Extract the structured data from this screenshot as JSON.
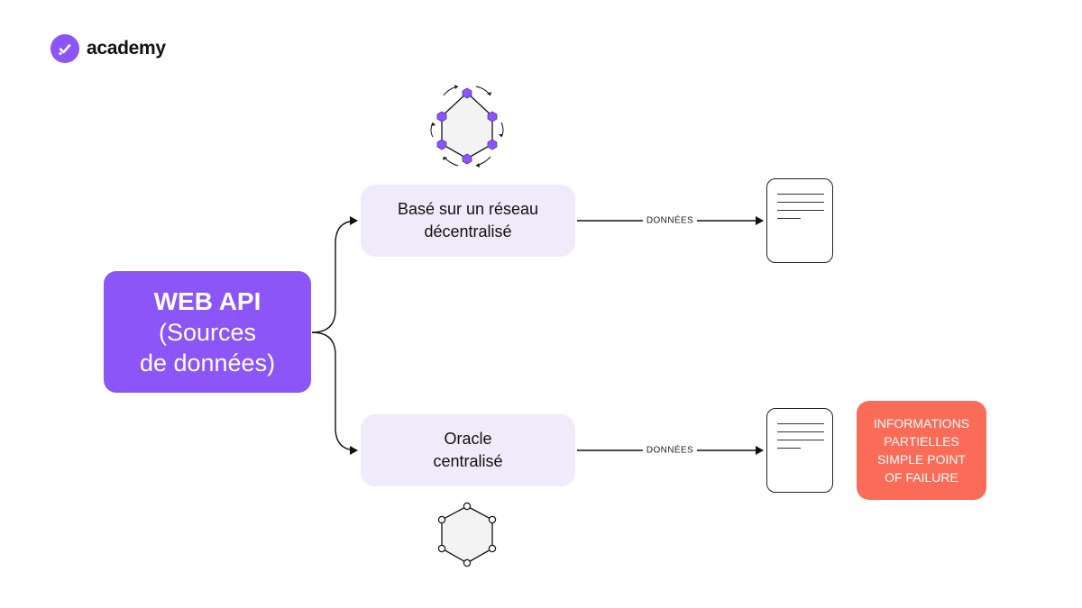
{
  "brand": {
    "name": "academy",
    "color": "#8b55f7",
    "icon": "check-icon"
  },
  "source": {
    "title": "WEB API",
    "line2": "(Sources",
    "line3": "de données)"
  },
  "decentralized": {
    "line1": "Basé sur un réseau",
    "line2": "décentralisé",
    "flow_label": "DONNÉES",
    "icon": "decentralized-network-icon"
  },
  "centralized": {
    "line1": "Oracle",
    "line2": "centralisé",
    "flow_label": "DONNÉES",
    "icon": "centralized-network-icon"
  },
  "warning": {
    "lines": [
      "INFORMATIONS",
      "PARTIELLES",
      "SIMPLE POINT",
      "OF FAILURE"
    ],
    "color": "#fb6c58"
  },
  "document_icon": "document-icon"
}
